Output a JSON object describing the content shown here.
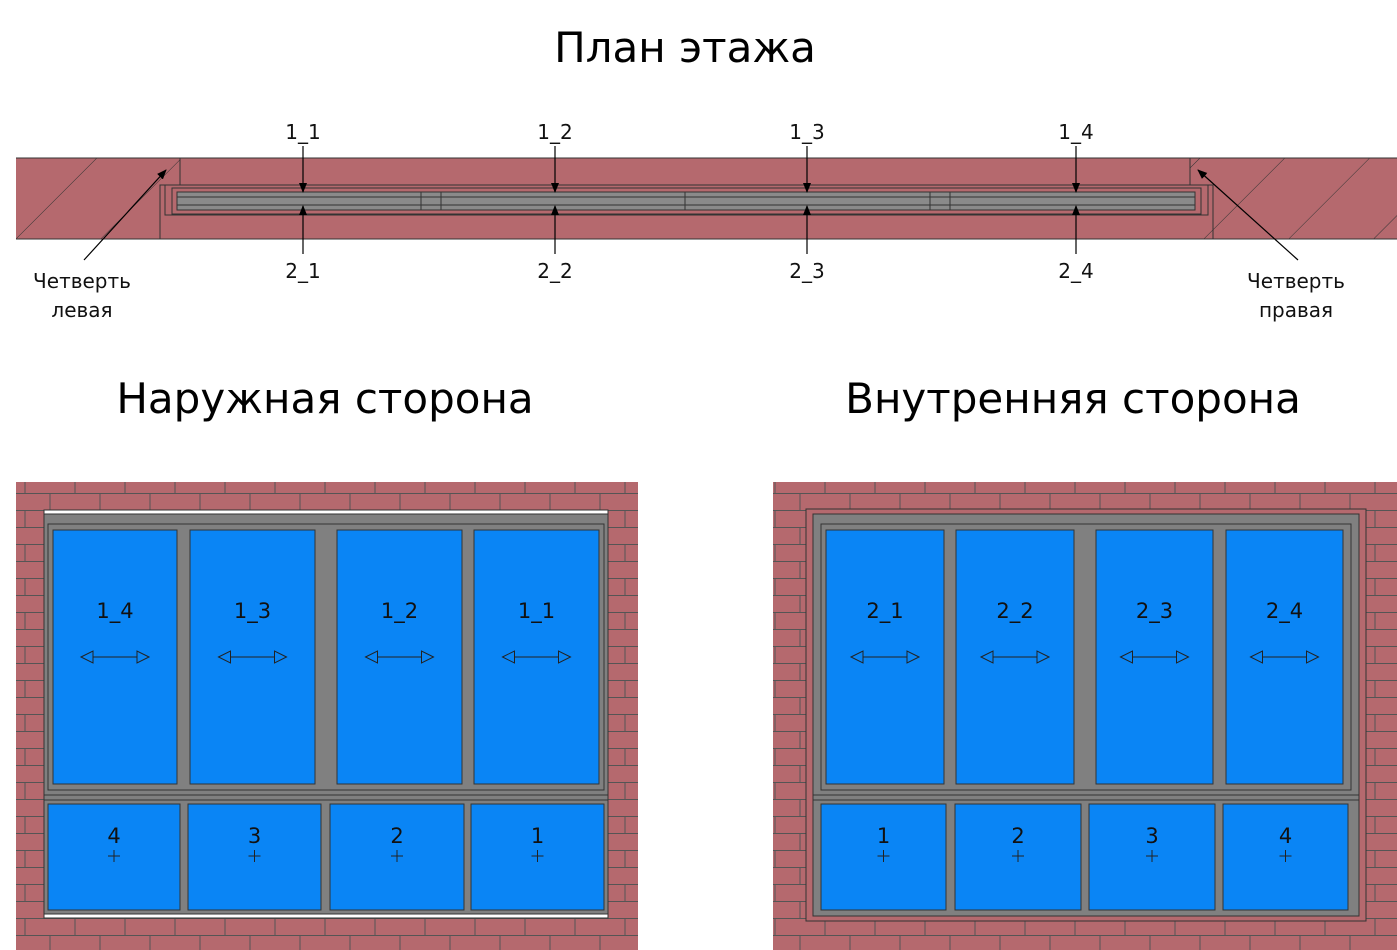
{
  "titles": {
    "plan": "План этажа",
    "outer": "Наружная сторона",
    "inner": "Внутренняя сторона"
  },
  "plan": {
    "top_labels": [
      "1_1",
      "1_2",
      "1_3",
      "1_4"
    ],
    "bottom_labels": [
      "2_1",
      "2_2",
      "2_3",
      "2_4"
    ],
    "left_note": {
      "line1": "Четверть",
      "line2": "левая"
    },
    "right_note": {
      "line1": "Четверть",
      "line2": "правая"
    }
  },
  "outer": {
    "sash_labels": [
      "1_4",
      "1_3",
      "1_2",
      "1_1"
    ],
    "lower_numbers": [
      "4",
      "3",
      "2",
      "1"
    ]
  },
  "inner": {
    "sash_labels": [
      "2_1",
      "2_2",
      "2_3",
      "2_4"
    ],
    "lower_numbers": [
      "1",
      "2",
      "3",
      "4"
    ]
  },
  "colors": {
    "brick": "#b5696e",
    "mortar": "#555555",
    "frame": "#808080",
    "glass": "#0a85f5",
    "outline": "#333333"
  }
}
